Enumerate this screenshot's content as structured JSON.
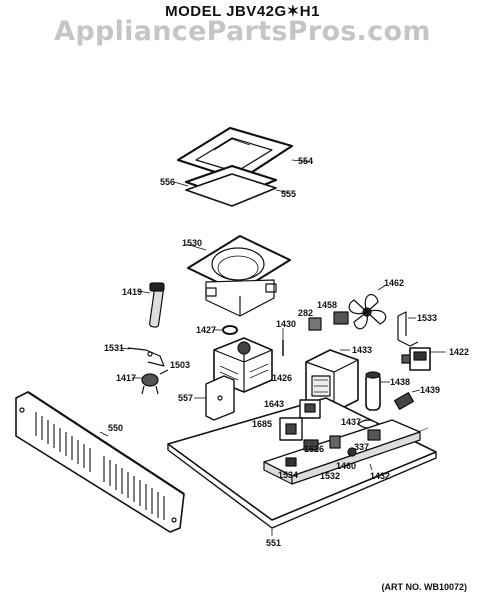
{
  "title": "MODEL JBV42G✶H1",
  "watermark": "AppliancePartsPros.com",
  "art_number": "(ART NO. WB10072)",
  "part_labels": {
    "p554": "554",
    "p556": "556",
    "p555": "555",
    "p1530": "1530",
    "p1419": "1419",
    "p1427": "1427",
    "p1430": "1430",
    "p282": "282",
    "p1458": "1458",
    "p1462": "1462",
    "p1533": "1533",
    "p1422": "1422",
    "p1531": "1531",
    "p1503": "1503",
    "p1417": "1417",
    "p1433": "1433",
    "p1426": "1426",
    "p557": "557",
    "p1438": "1438",
    "p1439": "1439",
    "p550": "550",
    "p1643": "1643",
    "p1685": "1685",
    "p1437": "1437",
    "p1626": "1626",
    "p337": "337",
    "p1460": "1460",
    "p1432": "1432",
    "p1534": "1534",
    "p1532": "1532",
    "p551": "551"
  }
}
